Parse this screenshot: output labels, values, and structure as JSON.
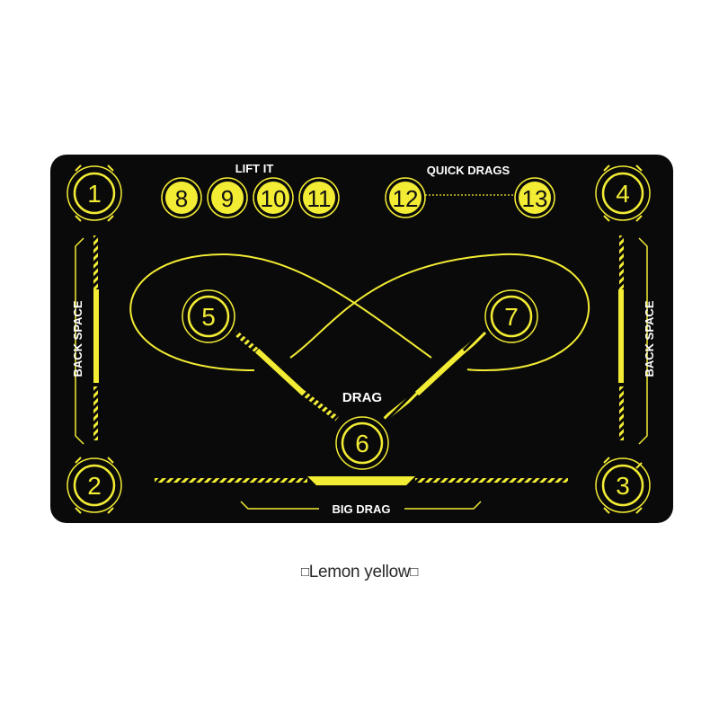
{
  "mat": {
    "colors": {
      "background": "#0a0a0a",
      "accent": "#f3ec34",
      "label": "#ffffff",
      "number": "#111111"
    },
    "labels": {
      "lift_it": "LIFT IT",
      "quick_drags": "QUICK DRAGS",
      "drag": "DRAG",
      "big_drag": "BIG DRAG",
      "back_space_left": "BACK SPACE",
      "back_space_right": "BACK SPACE"
    },
    "corner_spots": {
      "top_left": "1",
      "bottom_left": "2",
      "bottom_right": "3",
      "top_right": "4"
    },
    "lift_spots": [
      "8",
      "9",
      "10",
      "11"
    ],
    "quick_drag_spots": {
      "start": "12",
      "end": "13"
    },
    "infinity_spots": {
      "left": "5",
      "bottom": "6",
      "right": "7"
    }
  },
  "caption": {
    "text": "Lemon yellow",
    "open_glyph": "□",
    "close_glyph": "□"
  }
}
